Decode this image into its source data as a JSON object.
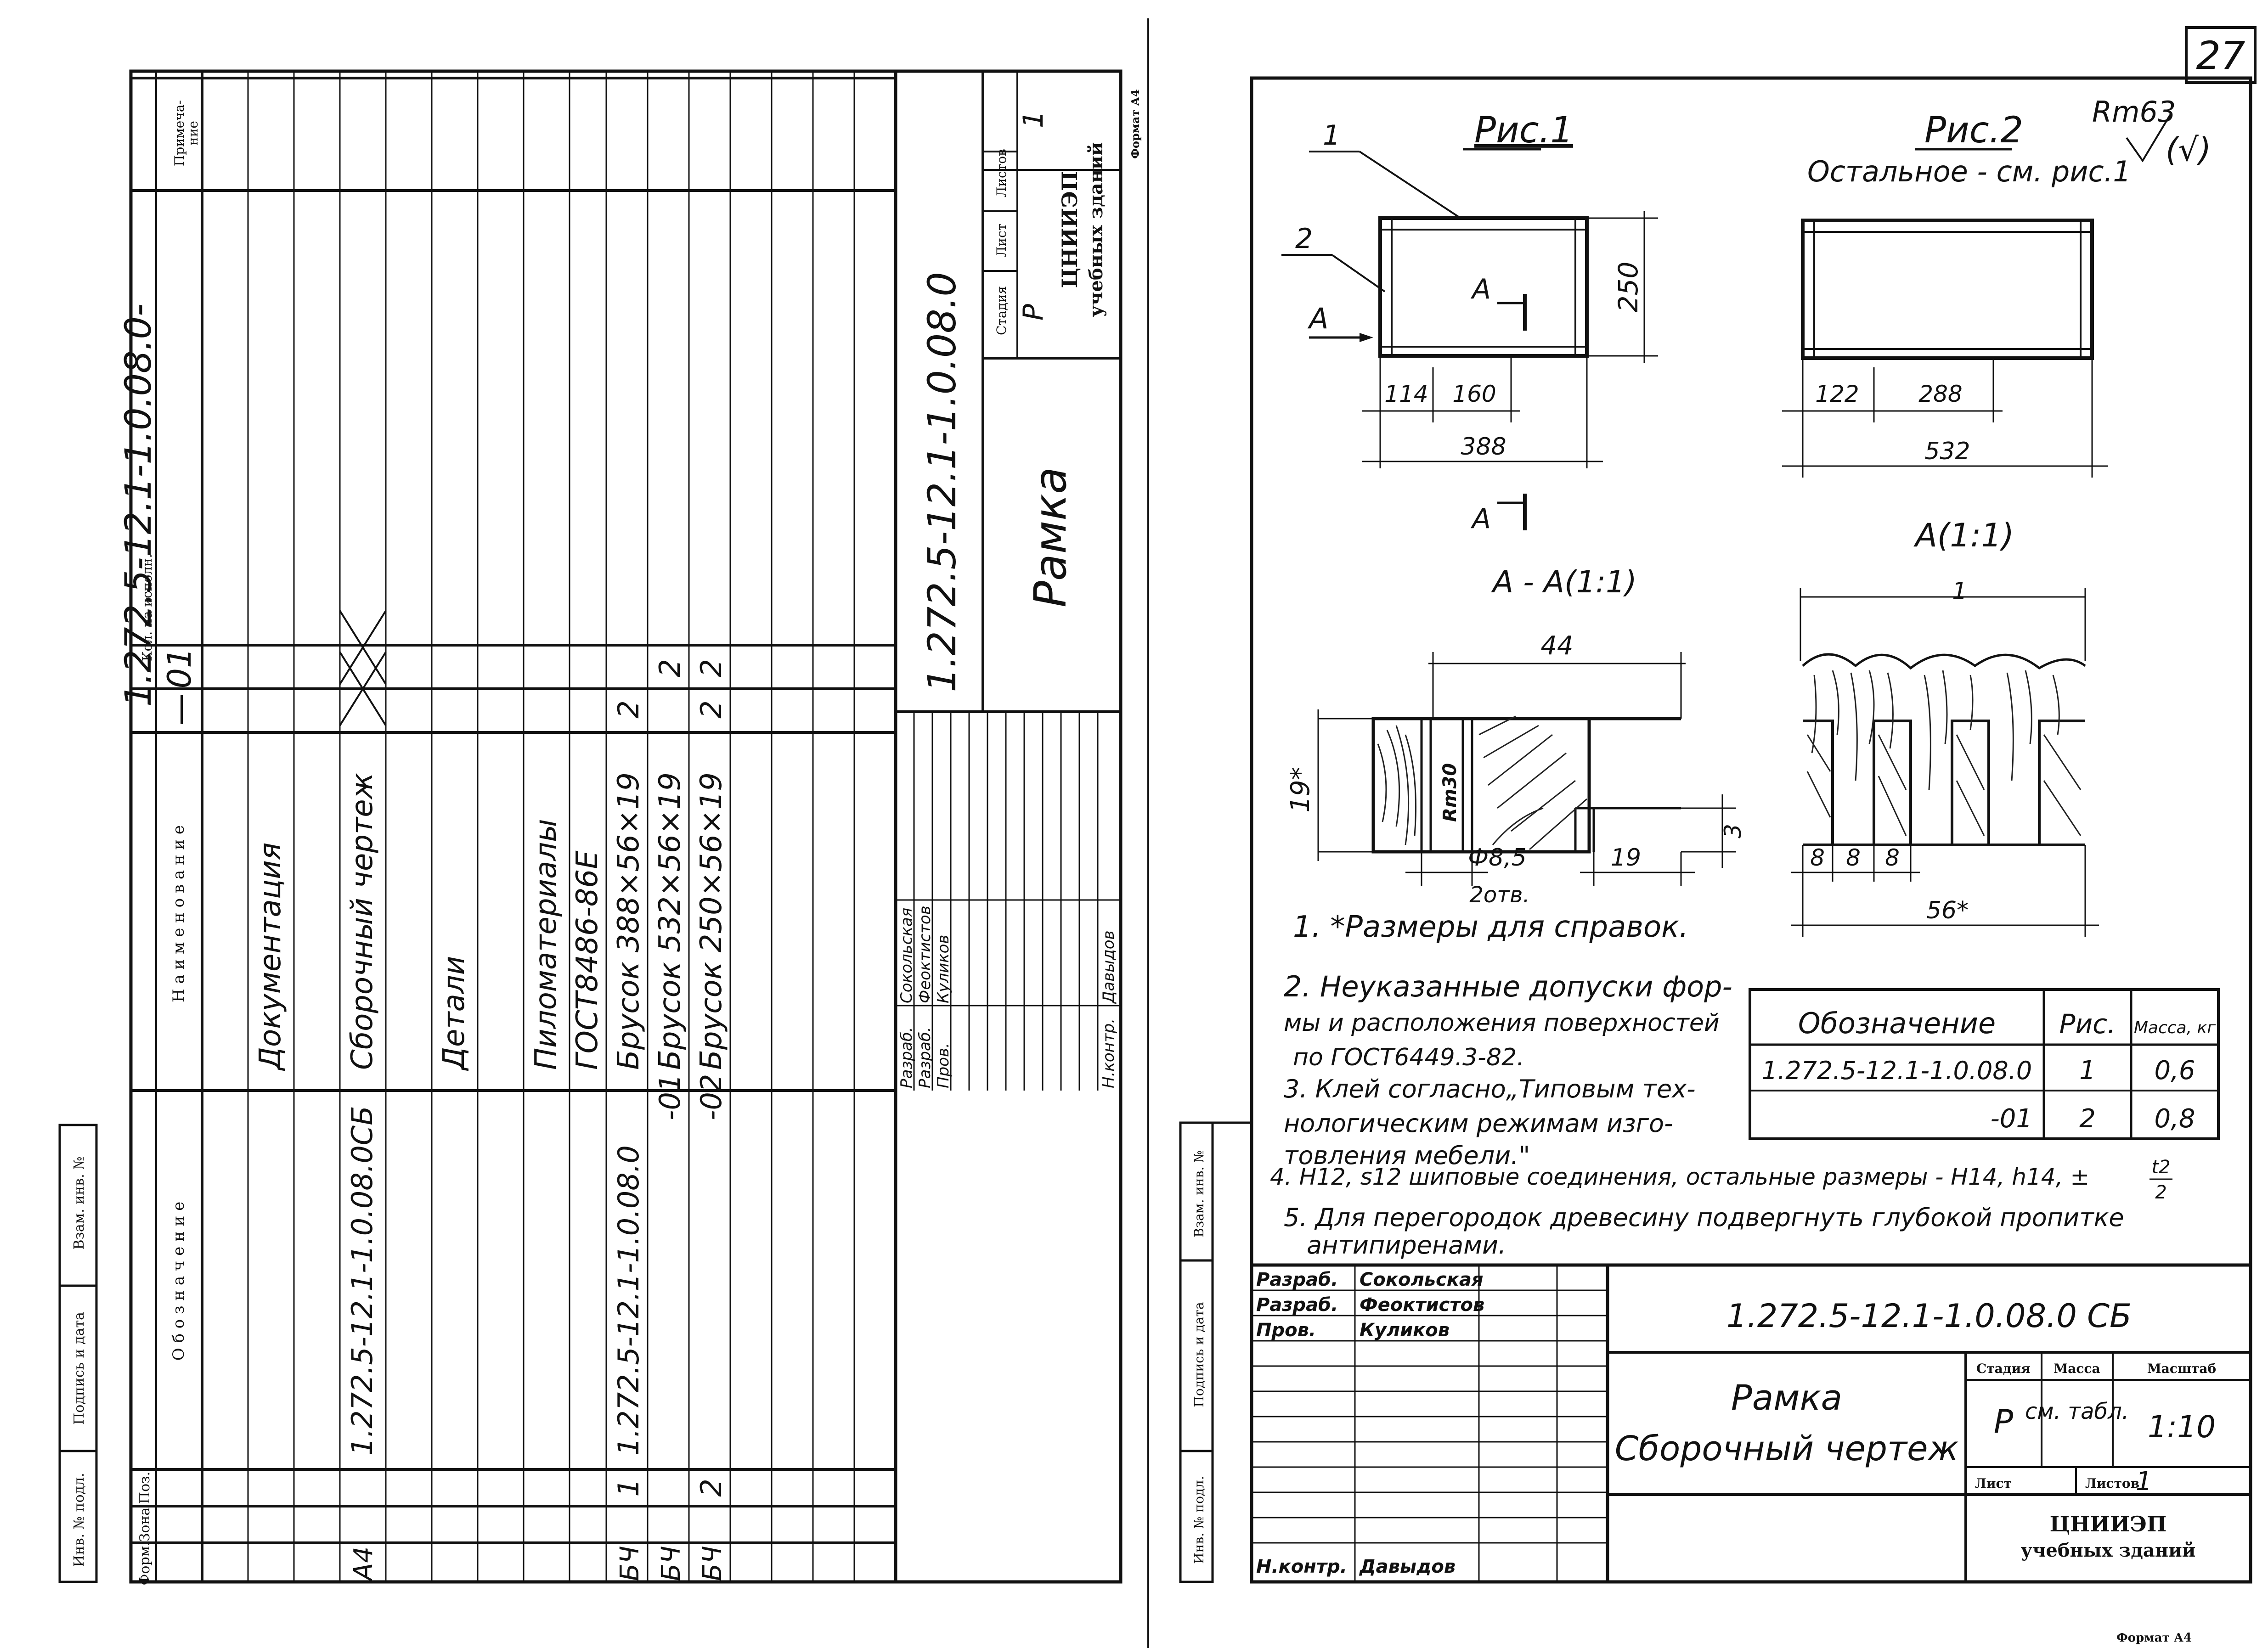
{
  "page_number": "27",
  "format_label": "Формат А4",
  "left_sheet": {
    "headers": {
      "format": "Форм.",
      "zone": "Зона",
      "pos": "Поз.",
      "designation": "О б о з н а ч е н и е",
      "name": "Н а и м е н о в а н и е",
      "qty": "Кол. на исполн.",
      "note": "Примеча-\nние",
      "qty_series_label": "1.272.5-12.1-1.0.08.0-"
    },
    "variants": [
      "—",
      "01"
    ],
    "rows": [
      {
        "format": "",
        "pos": "",
        "designation": "",
        "name": "Документация",
        "q1": "",
        "q2": ""
      },
      {
        "format": "А4",
        "pos": "",
        "designation": "1.272.5-12.1-1.0.08.0СБ",
        "name": "Сборочный чертеж",
        "q1": "X",
        "q2": "X"
      },
      {
        "format": "",
        "pos": "",
        "designation": "",
        "name": "Детали",
        "q1": "",
        "q2": ""
      },
      {
        "format": "",
        "pos": "",
        "designation": "",
        "name": "Пиломатериалы",
        "q1": "",
        "q2": ""
      },
      {
        "format": "",
        "pos": "",
        "designation": "",
        "name": "ГОСТ8486-86Е",
        "q1": "",
        "q2": ""
      },
      {
        "format": "БЧ",
        "pos": "1",
        "designation": "1.272.5-12.1-1.0.08.0",
        "name": "Брусок 388×56×19",
        "q1": "2",
        "q2": ""
      },
      {
        "format": "БЧ",
        "pos": "",
        "designation": "-01",
        "name": "Брусок 532×56×19",
        "q1": "",
        "q2": "2"
      },
      {
        "format": "БЧ",
        "pos": "2",
        "designation": "-02",
        "name": "Брусок 250×56×19",
        "q1": "2",
        "q2": "2"
      }
    ],
    "title_block": {
      "designation": "1.272.5-12.1-1.0.08.0",
      "name": "Рамка",
      "stage_label": "Стадия",
      "sheet_label": "Лист",
      "sheets_label": "Листов",
      "stage": "Р",
      "sheets": "1",
      "org_line1": "ЦНИИЭП",
      "org_line2": "учебных зданий",
      "signatures": [
        {
          "role": "Разраб.",
          "person": "Сокольская"
        },
        {
          "role": "Разраб.",
          "person": "Феоктистов"
        },
        {
          "role": "Пров.",
          "person": "Куликов"
        },
        {
          "role": "Н.контр.",
          "person": "Давыдов"
        }
      ]
    },
    "side_stamp": [
      "Инв. № подл.",
      "Подпись и дата",
      "Взам. инв. №"
    ]
  },
  "right_sheet": {
    "fig1": {
      "title": "Рис.1",
      "leaders": [
        "1",
        "2"
      ],
      "view_arrow": "А",
      "section_mark": "А",
      "dims": {
        "height": "250",
        "a": "114",
        "b": "160",
        "total": "388"
      }
    },
    "fig2": {
      "title": "Рис.2",
      "subtitle": "Остальное - см. рис.1",
      "dims": {
        "a": "122",
        "b": "288",
        "total": "532"
      }
    },
    "roughness": "Rm63",
    "roughness_suffix": "(√)",
    "section_title": "А - А(1:1)",
    "section_dims": {
      "width": "44",
      "height": "19*",
      "hole": "Rm30",
      "hole_dia": "Ф8,5",
      "hole_count": "2отв.",
      "tenon": "19",
      "step": "3"
    },
    "detail_title": "А(1:1)",
    "detail_leader": "1",
    "detail_dims": {
      "t1": "8",
      "t2": "8",
      "t3": "8",
      "width": "56*"
    },
    "notes": [
      "1. *Размеры для справок.",
      "2. Неуказанные допуски фор-",
      "мы и расположения поверхностей",
      "по ГОСТ6449.3-82.",
      "3. Клей согласно„Типовым тех-",
      "нологическим режимам изго-",
      "товления мебели.\"",
      "4. Н12, s12 шиповые соединения, остальные размеры - Н14, h14, ±",
      "5. Для перегородок древесину подвергнуть глубокой пропитке",
      "антипиренами."
    ],
    "tolerance_fraction": {
      "num": "t2",
      "den": "2"
    },
    "mass_table": {
      "headers": [
        "Обозначение",
        "Рис.",
        "Масса, кг"
      ],
      "rows": [
        [
          "1.272.5-12.1-1.0.08.0",
          "1",
          "0,6"
        ],
        [
          "-01",
          "2",
          "0,8"
        ]
      ]
    },
    "title_block": {
      "designation": "1.272.5-12.1-1.0.08.0 СБ",
      "name_line1": "Рамка",
      "name_line2": "Сборочный чертеж",
      "stage_label": "Стадия",
      "mass_label": "Масса",
      "scale_label": "Масштаб",
      "stage": "Р",
      "mass": "см. табл.",
      "scale": "1:10",
      "sheet_label": "Лист",
      "sheets_label": "Листов",
      "sheets": "1",
      "org_line1": "ЦНИИЭП",
      "org_line2": "учебных зданий",
      "signatures": [
        {
          "role": "Разраб.",
          "person": "Сокольская"
        },
        {
          "role": "Разраб.",
          "person": "Феоктистов"
        },
        {
          "role": "Пров.",
          "person": "Куликов"
        },
        {
          "role": "Н.контр.",
          "person": "Давыдов"
        }
      ]
    },
    "side_stamp": [
      "Инв. № подл.",
      "Подпись и дата",
      "Взам. инв. №"
    ]
  }
}
